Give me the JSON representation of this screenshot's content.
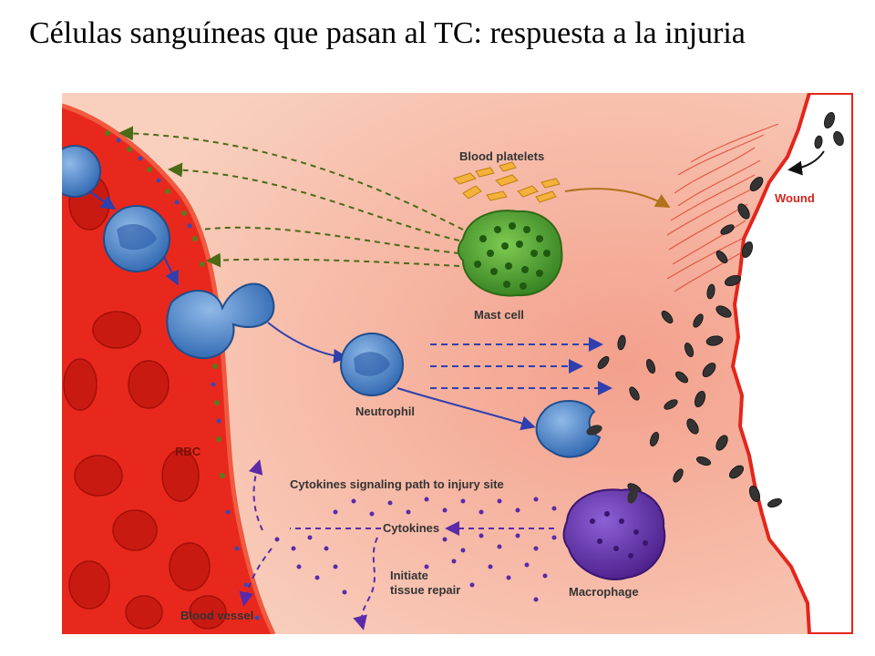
{
  "slide": {
    "title": "Células sanguíneas que pasan al TC: respuesta a la injuria"
  },
  "diagram": {
    "labels": {
      "blood_platelets": "Blood platelets",
      "wound": "Wound",
      "mast_cell": "Mast cell",
      "neutrophil": "Neutrophil",
      "rbc": "RBC",
      "cytokines_path": "Cytokines signaling path to injury site",
      "cytokines": "Cytokines",
      "initiate_repair_line1": "Initiate",
      "initiate_repair_line2": "tissue repair",
      "macrophage": "Macrophage",
      "blood_vessel": "Blood vessel"
    },
    "colors": {
      "tissue": "#f7c3ad",
      "vessel": "#e8281c",
      "rbc": "#d71e14",
      "neutrophil": "#3a78c2",
      "mast_cell": "#3f9a2a",
      "macrophage": "#6a2fa8",
      "platelet": "#f3b33a",
      "bacteria": "#333333",
      "green_path": "#4a6a16",
      "blue_path": "#2f3fae",
      "purple_path": "#5a2aa8",
      "platelet_arrow": "#b0721a",
      "wound_label": "#d2241c"
    }
  }
}
